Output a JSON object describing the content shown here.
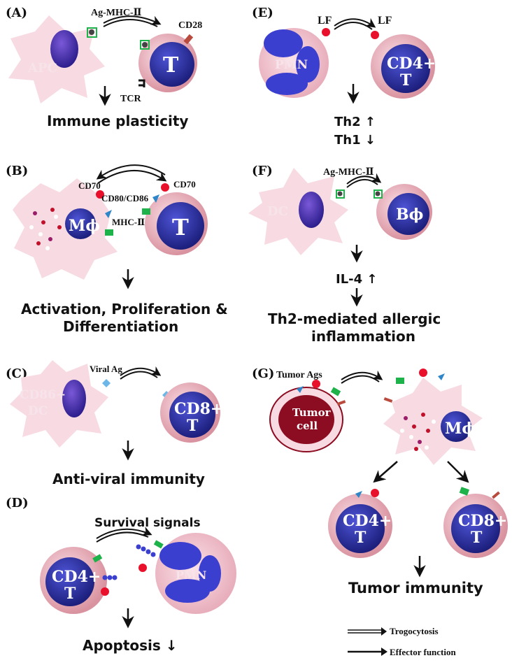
{
  "panels": {
    "A": {
      "tag": "(A)",
      "arrow_label": "Ag-MHC-Ⅱ",
      "marker": "CD28",
      "receptor": "TCR",
      "donor": "APC",
      "acceptor": "T",
      "outcome": "Immune plasticity"
    },
    "B": {
      "tag": "(B)",
      "marker_left": "CD70",
      "marker_right": "CD70",
      "costim": "CD80/CD86",
      "mhc": "MHC-Ⅱ",
      "donor": "Mϕ",
      "acceptor": "T",
      "outcome_line1": "Activation, Proliferation &",
      "outcome_line2": "Differentiation"
    },
    "C": {
      "tag": "(C)",
      "arrow_label": "Viral Ag",
      "donor_line1": "CD86+",
      "donor_line2": "DC",
      "acceptor_line1": "CD8+",
      "acceptor_line2": "T",
      "outcome": "Anti-viral immunity"
    },
    "D": {
      "tag": "(D)",
      "arrow_label": "Survival signals",
      "donor_line1": "CD4+",
      "donor_line2": "T",
      "acceptor": "PMN",
      "outcome": "Apoptosis ↓"
    },
    "E": {
      "tag": "(E)",
      "marker_left": "LF",
      "marker_right": "LF",
      "donor": "PMN",
      "acceptor_line1": "CD4+",
      "acceptor_line2": "T",
      "outcome_line1": "Th2 ↑",
      "outcome_line2": "Th1 ↓"
    },
    "F": {
      "tag": "(F)",
      "arrow_label": "Ag-MHC-Ⅱ",
      "donor": "DC",
      "acceptor": "Bϕ",
      "mid": "IL-4 ↑",
      "outcome_line1": "Th2-mediated allergic",
      "outcome_line2": "inflammation"
    },
    "G": {
      "tag": "(G)",
      "arrow_label": "Tumor Ags",
      "donor_line1": "Tumor",
      "donor_line2": "cell",
      "middle": "Mϕ",
      "left_line1": "CD4+",
      "left_line2": "T",
      "right_line1": "CD8+",
      "right_line2": "T",
      "outcome": "Tumor immunity"
    }
  },
  "legend": {
    "trogocytosis": "Trogocytosis",
    "effector": "Effector function"
  },
  "colors": {
    "cell_pink": "#efb9c6",
    "nucleus_blue": "#2b2f9c",
    "apc_pink": "#f8dbe2",
    "marker_red": "#e8102a",
    "marker_green": "#1db24a",
    "marker_blue": "#2e86c8",
    "marker_brown": "#b84a3e",
    "tumor_red": "#8c0d22"
  }
}
